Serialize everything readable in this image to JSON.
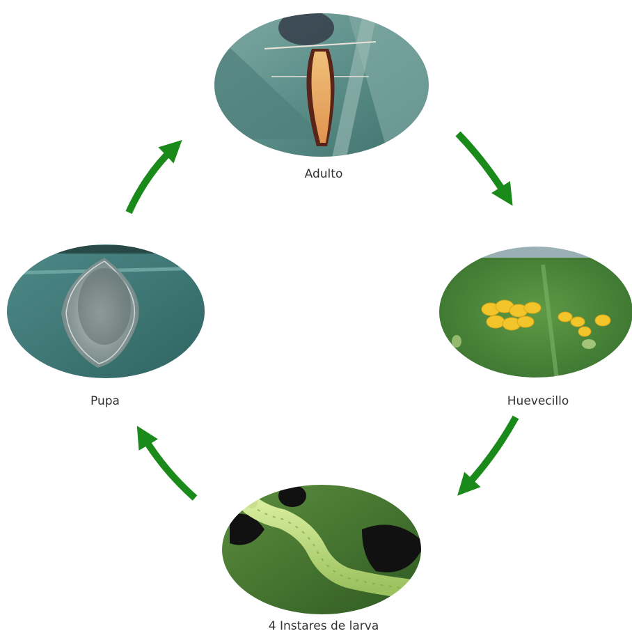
{
  "diagram": {
    "stages": [
      {
        "id": "adult",
        "label": "Adulto"
      },
      {
        "id": "egg",
        "label": "Huevecillo"
      },
      {
        "id": "larva",
        "label": "4 Instares de larva"
      },
      {
        "id": "pupa",
        "label": "Pupa"
      }
    ],
    "colors": {
      "arrow": "#1a8a1a"
    }
  }
}
